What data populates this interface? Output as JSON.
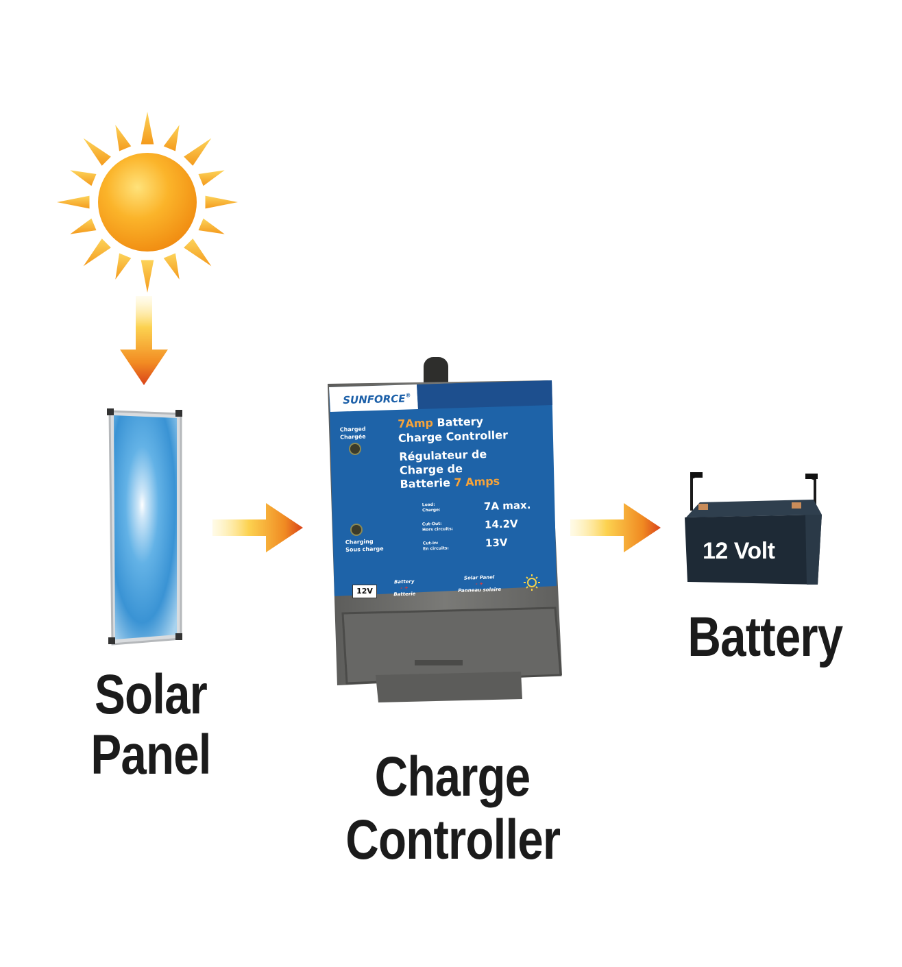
{
  "labels": {
    "solar_panel": [
      "Solar",
      "Panel"
    ],
    "charge_controller": [
      "Charge",
      "Controller"
    ],
    "battery": "Battery"
  },
  "controller": {
    "brand": "SUNFORCE",
    "brand_mark": "®",
    "title_en_accent": "7Amp",
    "title_en_rest": " Battery",
    "title_en_line2": "Charge Controller",
    "title_fr_line1": "Régulateur de",
    "title_fr_line2": "Charge de",
    "title_fr_line3_prefix": "Batterie ",
    "title_fr_line3_accent": "7 Amps",
    "led_charged": [
      "Charged",
      "Chargée"
    ],
    "led_charging": [
      "Charging",
      "Sous charge"
    ],
    "specs": [
      {
        "label": [
          "Load:",
          "Charge:"
        ],
        "value": "7A max."
      },
      {
        "label": [
          "Cut-Out:",
          "Hors circuits:"
        ],
        "value": "14.2V"
      },
      {
        "label": [
          "Cut-in:",
          "En circuits:"
        ],
        "value": "13V"
      }
    ],
    "battery_badge": "12V",
    "battery_terminal_label": [
      "Battery",
      "Batterie"
    ],
    "solar_terminal_label": [
      "Solar Panel",
      "Panneau solaire"
    ],
    "terminal_signs": "- +"
  },
  "battery_body_text": "12 Volt",
  "colors": {
    "sun_core": "#f7a21c",
    "sun_rays": "#f9b233",
    "arrow_orange": "#e8561c",
    "arrow_yellow": "#fbe07a",
    "panel_blue": "#4aa0da",
    "controller_face": "#1e63a8",
    "controller_gray": "#6e6e6c",
    "battery_body": "#1e2a36",
    "label_text": "#1b1b1b"
  }
}
